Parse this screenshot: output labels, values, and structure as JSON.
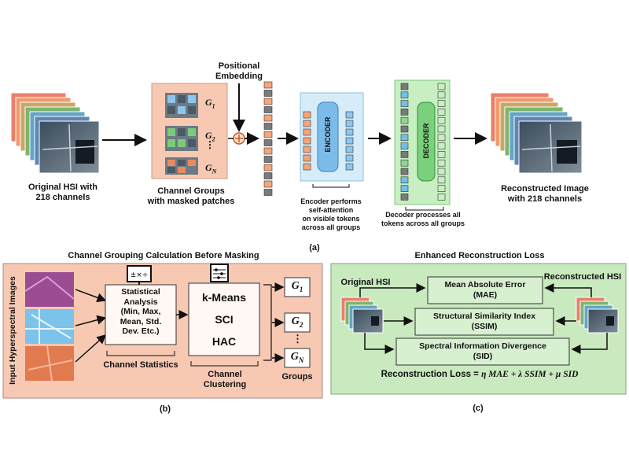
{
  "top": {
    "positional_embedding": "Positional\nEmbedding",
    "original_hsi": "Original HSI with\n218 channels",
    "channel_groups": "Channel Groups\nwith masked patches",
    "g1": "G",
    "g1_sub": "1",
    "g2": "G",
    "g2_sub": "2",
    "gn": "G",
    "gn_sub": "N",
    "encoder": "ENCODER",
    "decoder": "DECODER",
    "encoder_note": "Encoder performs\nself-attention\non visible tokens\nacross all groups",
    "decoder_note": "Decoder processes all\ntokens across all groups",
    "reconstructed": "Reconstructed Image\nwith 218 channels",
    "caption": "(a)"
  },
  "panel_b": {
    "title": "Channel Grouping Calculation Before Masking",
    "side_label": "Input Hyperspectral Images",
    "stats_box": "Statistical\nAnalysis\n(Min, Max,\nMean, Std.\nDev. Etc.)",
    "stats_label": "Channel Statistics",
    "clust_items": [
      "k-Means",
      "SCI",
      "HAC"
    ],
    "clust_label": "Channel\nClustering",
    "groups": [
      {
        "g": "G",
        "sub": "1"
      },
      {
        "g": "G",
        "sub": "2"
      },
      {
        "g": "G",
        "sub": "N"
      }
    ],
    "groups_label": "Groups",
    "caption": "(b)"
  },
  "panel_c": {
    "title": "Enhanced Reconstruction Loss",
    "original": "Original HSI",
    "reconstructed": "Reconstructed HSI",
    "mae": "Mean Absolute Error\n(MAE)",
    "ssim": "Structural Similarity Index\n(SSIM)",
    "sid": "Spectral Information Divergence\n(SID)",
    "loss_prefix": "Reconstruction Loss = ",
    "loss_formula": "η MAE + λ SSIM + μ SID",
    "caption": "(c)"
  },
  "colors": {
    "peach": "#f7c9b3",
    "panel_c_bg": "#c9e9bf",
    "encoder_blue": "#8cc7ef",
    "decoder_green": "#c8efc2",
    "token_orange": "#f4a57d",
    "token_gray": "#7a7a7a",
    "token_blue": "#6fc0ea",
    "token_green": "#8fd58f"
  }
}
